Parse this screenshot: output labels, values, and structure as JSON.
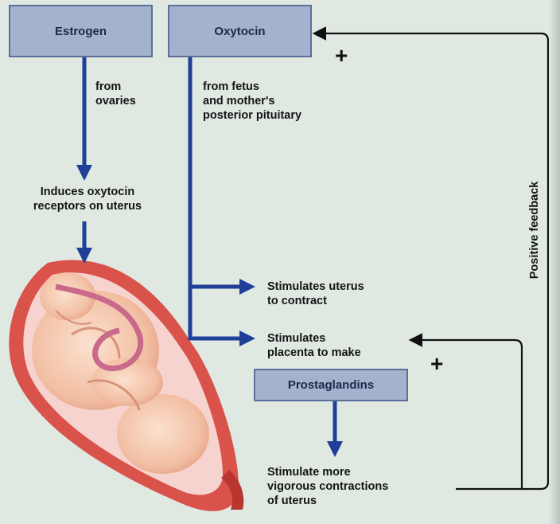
{
  "nodes": {
    "estrogen": "Estrogen",
    "oxytocin": "Oxytocin",
    "prostaglandins": "Prostaglandins"
  },
  "labels": {
    "from_ovaries": "from\novaries",
    "from_fetus": "from fetus\nand mother's\nposterior pituitary",
    "induces": "Induces oxytocin\nreceptors on uterus",
    "stim_contract": "Stimulates uterus\nto contract",
    "stim_placenta": "Stimulates\nplacenta to make",
    "stim_more": "Stimulate more\nvigorous contractions\nof uterus",
    "positive_feedback": "Positive feedback",
    "plus_top": "+",
    "plus_bottom": "+"
  },
  "colors": {
    "arrow_blue": "#1f3f99",
    "feedback_black": "#111111",
    "box_fill": "#a3b2cd",
    "background": "#dfe9e2"
  }
}
